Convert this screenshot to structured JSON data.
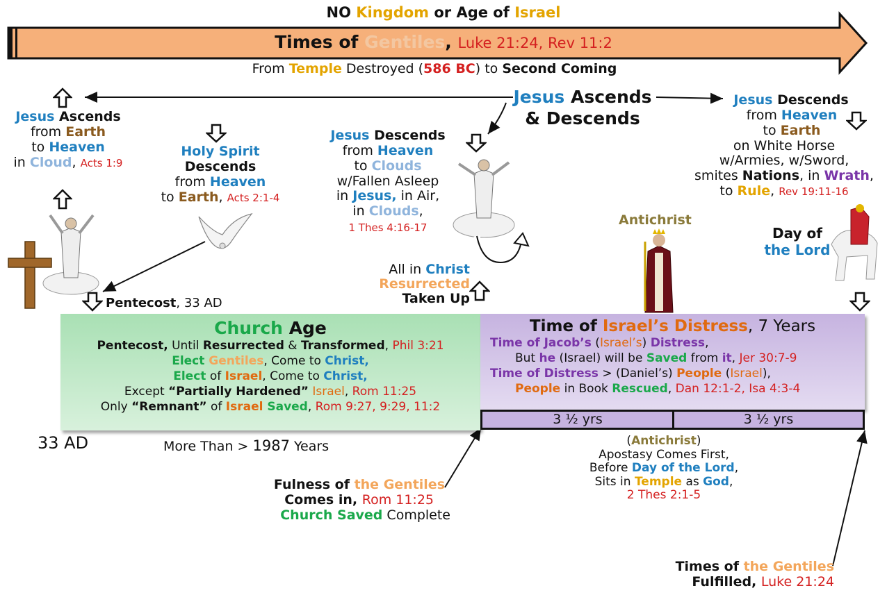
{
  "header": {
    "no_kingdom": [
      "NO ",
      "Kingdom",
      " or Age of ",
      "Israel"
    ],
    "times_title": [
      "Times of ",
      "Gentiles",
      ", ",
      "Luke 21:24, Rev 11:2"
    ],
    "from_temple": [
      "From ",
      "Temple",
      " Destroyed (",
      "586 BC",
      ") to ",
      "Second Coming"
    ]
  },
  "ascends_center": [
    "Jesus",
    " Ascends",
    "& Descends"
  ],
  "left_ascend": {
    "l1": [
      "Jesus",
      " Ascends"
    ],
    "l2": [
      "from ",
      "Earth"
    ],
    "l3": [
      "to ",
      "Heaven"
    ],
    "l4": [
      "in ",
      "Cloud",
      ", ",
      "Acts 1:9"
    ]
  },
  "holy_spirit": {
    "l1": "Holy Spirit",
    "l2": "Descends",
    "l3": [
      "from ",
      "Heaven"
    ],
    "l4": [
      "to ",
      "Earth",
      ", ",
      "Acts 2:1-4"
    ]
  },
  "descend_clouds": {
    "l1": [
      "Jesus",
      " Descends"
    ],
    "l2": [
      "from ",
      "Heaven"
    ],
    "l3": [
      "to ",
      "Clouds"
    ],
    "l4": "w/Fallen Asleep",
    "l5": [
      "in ",
      "Jesus,",
      " in Air,"
    ],
    "l6": [
      "in ",
      "Clouds",
      ","
    ],
    "l7": "1 Thes 4:16-17"
  },
  "descend_earth": {
    "l1": [
      "Jesus",
      " Descends"
    ],
    "l2": [
      "from ",
      "Heaven"
    ],
    "l3": [
      "to ",
      "Earth"
    ],
    "l4": "on White Horse",
    "l5": "w/Armies, w/Sword,",
    "l6": [
      "smites ",
      "Nations",
      ", in ",
      "Wrath",
      ","
    ],
    "l7": [
      "to ",
      "Rule",
      ", ",
      "Rev 19:11-16"
    ]
  },
  "antichrist_label": "Antichrist",
  "day_of_lord": [
    "Day of",
    "the Lord"
  ],
  "all_in_christ": [
    "All in ",
    "Christ",
    "Resurrected",
    "Taken Up"
  ],
  "pentecost": [
    "Pentecost",
    ", 33 AD"
  ],
  "church_age": {
    "title": [
      "Church",
      " Age"
    ],
    "l1": [
      "Pentecost,",
      " Until ",
      "Resurrected",
      " & ",
      "Transformed",
      ", ",
      "Phil 3:21"
    ],
    "l2": [
      "Elect ",
      "Gentiles",
      ", Come to ",
      "Christ,"
    ],
    "l3": [
      "Elect",
      " of ",
      "Israel",
      ", Come to ",
      "Christ,"
    ],
    "l4": [
      "Except ",
      "“Partially Hardened”",
      " Israel",
      ", ",
      "Rom 11:25"
    ],
    "l5": [
      "Only ",
      "“Remnant”",
      " of ",
      "Israel",
      " Saved",
      ", ",
      "Rom 9:27, 9:29, 11:2"
    ]
  },
  "distress": {
    "title": [
      "Time of ",
      "Israel’s Distress",
      ", 7 Years"
    ],
    "l1": [
      "Time of Jacob’s",
      " (",
      "Israel’s",
      ") ",
      "Distress",
      ","
    ],
    "l2": [
      "But ",
      "he",
      " (Israel) will be ",
      "Saved",
      " from ",
      "it",
      ",  ",
      "Jer 30:7-9"
    ],
    "l3": [
      "Time of Distress",
      " > (Daniel’s) ",
      "People",
      " (",
      "Israel",
      "),"
    ],
    "l4": [
      "People",
      " in Book ",
      "Rescued",
      ", ",
      "Dan 12:1-2, Isa 4:3-4"
    ]
  },
  "half_years": [
    "3 ½ yrs",
    "3 ½ yrs"
  ],
  "ad33": "33 AD",
  "more_than": [
    "More Than > ",
    "1987",
    " Years"
  ],
  "apostasy": {
    "l1": [
      "(",
      "Antichrist",
      ")"
    ],
    "l2": "Apostasy Comes First,",
    "l3": [
      "Before ",
      "Day of the Lord",
      ","
    ],
    "l4": [
      "Sits in ",
      "Temple",
      " as ",
      "God",
      ","
    ],
    "l5": "2 Thes 2:1-5"
  },
  "fulness": {
    "l1": [
      "Fulness of ",
      "the Gentiles"
    ],
    "l2": [
      "Comes in, ",
      "Rom 11:25"
    ],
    "l3": [
      "Church Saved",
      " Complete"
    ]
  },
  "fulfilled": {
    "l1": [
      "Times of ",
      "the Gentiles"
    ],
    "l2": [
      "Fulfilled, ",
      "Luke 21:24"
    ]
  },
  "colors": {
    "arrow_fill": "#f6b07a",
    "church_box": "#bfe8c6",
    "distress_box": "#d4c6ea",
    "blue": "#1f7fbf",
    "red": "#d42020",
    "green": "#1aa84a",
    "purple": "#7a35a8"
  },
  "icons": [
    "up-arrow-icon",
    "down-arrow-icon",
    "cross-icon",
    "dove-icon",
    "cloud-icon",
    "curved-arrow-icon"
  ]
}
